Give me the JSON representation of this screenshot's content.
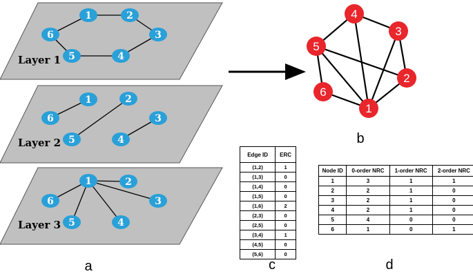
{
  "panels": {
    "a": "a",
    "b": "b",
    "c": "c",
    "d": "d"
  },
  "layers": [
    {
      "label": "Layer 1",
      "edges": [
        [
          1,
          2
        ],
        [
          2,
          3
        ],
        [
          3,
          4
        ],
        [
          4,
          5
        ],
        [
          5,
          6
        ],
        [
          6,
          1
        ]
      ]
    },
    {
      "label": "Layer 2",
      "edges": [
        [
          1,
          6
        ],
        [
          2,
          5
        ],
        [
          3,
          4
        ]
      ]
    },
    {
      "label": "Layer 3",
      "edges": [
        [
          1,
          2
        ],
        [
          1,
          3
        ],
        [
          1,
          4
        ],
        [
          1,
          5
        ],
        [
          1,
          6
        ]
      ]
    }
  ],
  "node_labels": [
    "1",
    "2",
    "3",
    "4",
    "5",
    "6"
  ],
  "merged_graph": {
    "nodes": [
      "1",
      "2",
      "3",
      "4",
      "5",
      "6"
    ],
    "edges": [
      [
        4,
        3
      ],
      [
        4,
        5
      ],
      [
        4,
        1
      ],
      [
        3,
        2
      ],
      [
        3,
        1
      ],
      [
        5,
        2
      ],
      [
        5,
        1
      ],
      [
        5,
        6
      ],
      [
        6,
        1
      ],
      [
        2,
        1
      ]
    ]
  },
  "colors": {
    "blue_node": "#2aa0d8",
    "red_node": "#e8262b",
    "layer_fill": "#c0c0c0"
  },
  "erc_table": {
    "headers": [
      "Edge ID",
      "ERC"
    ],
    "rows": [
      [
        "(1,2)",
        "1"
      ],
      [
        "(1,3)",
        "0"
      ],
      [
        "(1,4)",
        "0"
      ],
      [
        "(1,5)",
        "0"
      ],
      [
        "(1,6)",
        "2"
      ],
      [
        "(2,3)",
        "0"
      ],
      [
        "(2,5)",
        "0"
      ],
      [
        "(3,4)",
        "1"
      ],
      [
        "(4,5)",
        "0"
      ],
      [
        "(5,6)",
        "0"
      ]
    ]
  },
  "nrc_table": {
    "headers": [
      "Node ID",
      "0-order NRC",
      "1-order NRC",
      "2-order NRC"
    ],
    "rows": [
      [
        "1",
        "3",
        "1",
        "1"
      ],
      [
        "2",
        "2",
        "1",
        "0"
      ],
      [
        "3",
        "2",
        "1",
        "0"
      ],
      [
        "4",
        "2",
        "1",
        "0"
      ],
      [
        "5",
        "4",
        "0",
        "0"
      ],
      [
        "6",
        "1",
        "0",
        "1"
      ]
    ]
  }
}
